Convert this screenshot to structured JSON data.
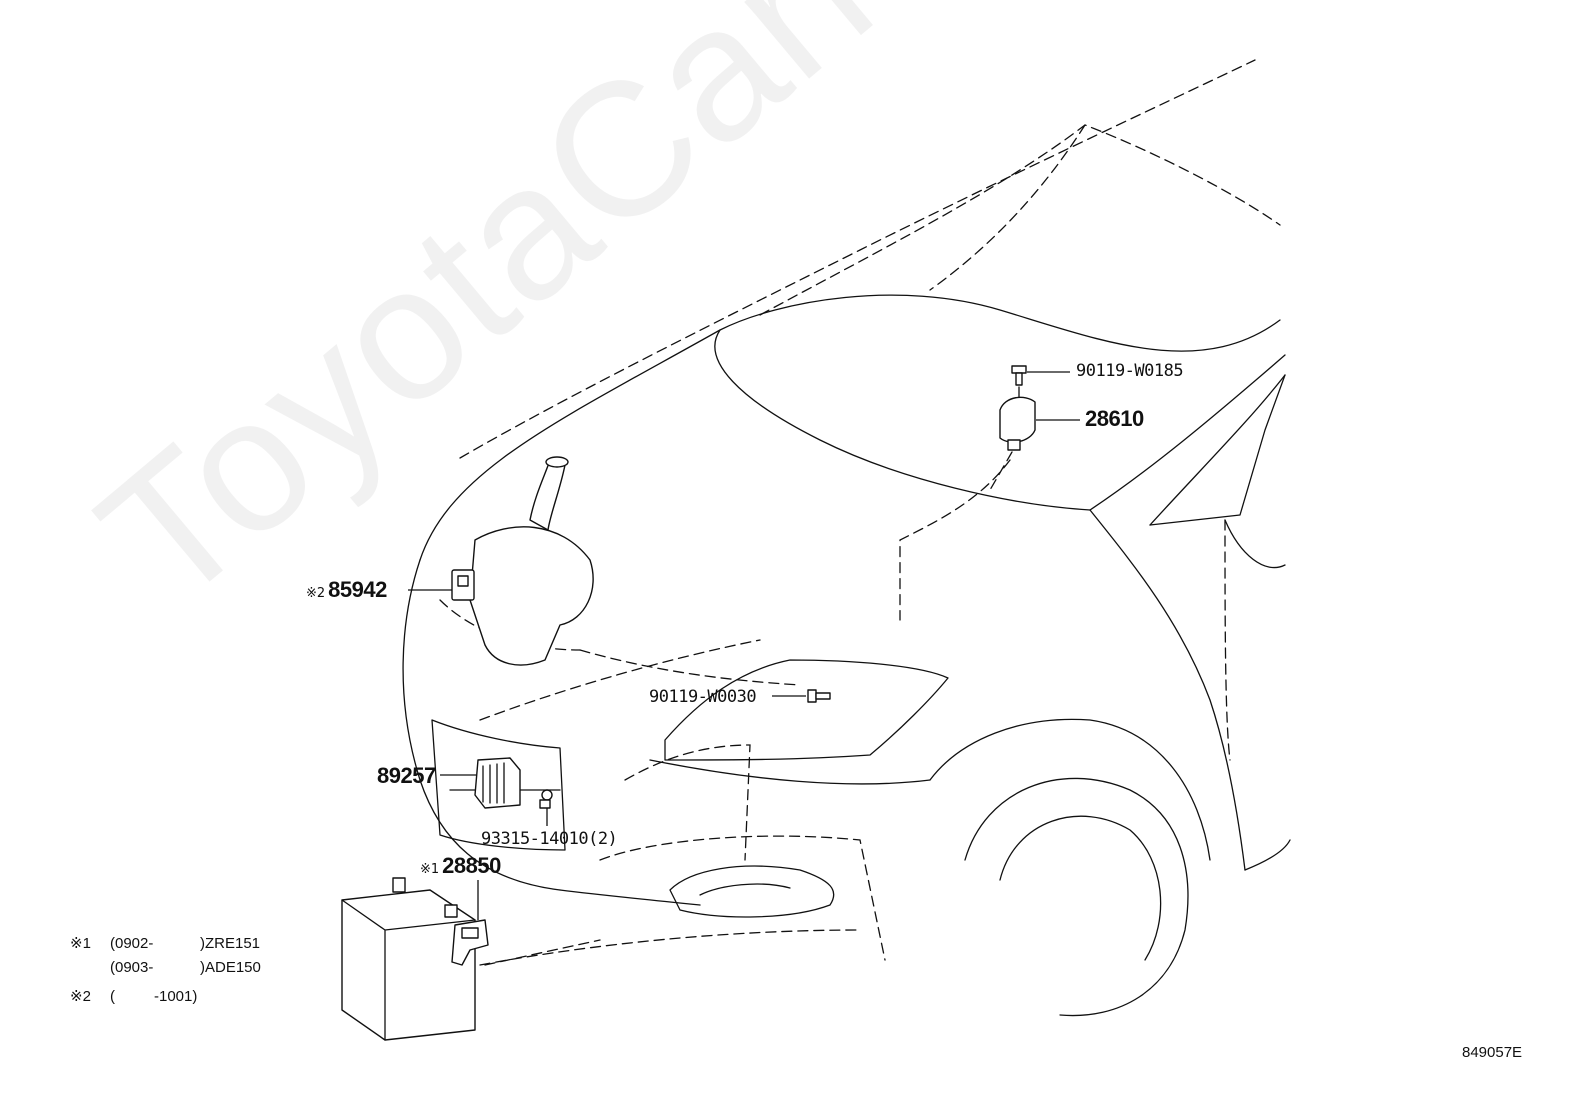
{
  "watermark": "ToyotaCarMine.ru",
  "parts": {
    "p1": {
      "number": "90119-W0185"
    },
    "p2": {
      "number": "28610"
    },
    "p3": {
      "mark": "※2",
      "number": "85942"
    },
    "p4": {
      "number": "90119-W0030"
    },
    "p5": {
      "number": "89257"
    },
    "p6": {
      "number": "93315-14010(2)"
    },
    "p7": {
      "mark": "※1",
      "number": "28850"
    }
  },
  "notes": {
    "n1": {
      "mark": "※1",
      "line1_a": "(0902-",
      "line1_b": ")ZRE151",
      "line2_a": "(0903-",
      "line2_b": ")ADE150"
    },
    "n2": {
      "mark": "※2",
      "line1_a": "(",
      "line1_b": "-1001)"
    }
  },
  "diagram_id": "849057E"
}
